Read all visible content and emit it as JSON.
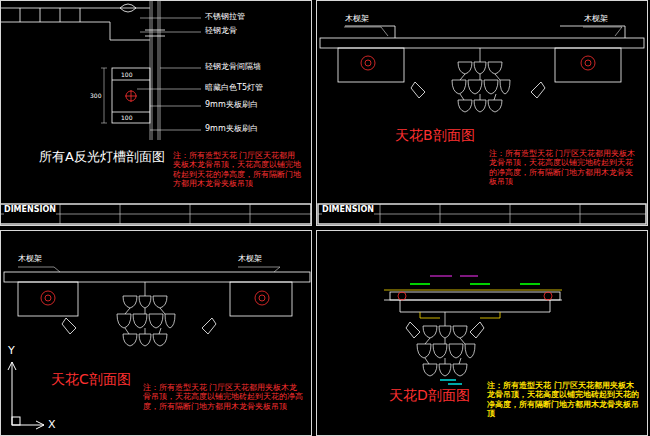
{
  "diagram": {
    "nodes": [
      {
        "text": [
          "所有A反光灯槽剖面图",
          "注：所有造型天花 门厅区天花都用夹板木龙骨吊顶，天花高度以铺完地砖起到天花的净高度，所有隔断门地方都用木龙骨夹板吊顶"
        ]
      },
      {
        "text": [
          "天花B剖面图",
          "注：所有造型天花 门厅区天花都用夹板木龙骨吊顶，天花高度以铺完地砖起到天花的净高度，所有隔断门地方都用木龙骨夹板吊顶"
        ]
      },
      {
        "text": [
          "天花C剖面图",
          "注：所有造型天花 门厅区天花都用夹板木龙骨吊顶，天花高度以铺完地砖起到天花的净高度，所有隔断门地方都用木龙骨夹板吊顶"
        ]
      },
      {
        "text": [
          "天花D剖面图",
          "注：所有造型天花 门厅区天花都用夹板木龙骨吊顶，天花高度以铺完地砖起到天花的净高度，所有隔断门地方都用木龙骨夹板吊顶"
        ]
      }
    ],
    "labels": [
      "不锈钢拉管",
      "轻钢龙骨",
      "轻钢龙骨间隔墙",
      "暗藏白色T5灯管",
      "9mm夹板刷白",
      "9mm夹板刷白",
      "100",
      "300",
      "100",
      "DIMENSION",
      "木枧架",
      "木枧架",
      "DIMENSION",
      "木枧架",
      "木枧架",
      "Y",
      "X"
    ]
  }
}
